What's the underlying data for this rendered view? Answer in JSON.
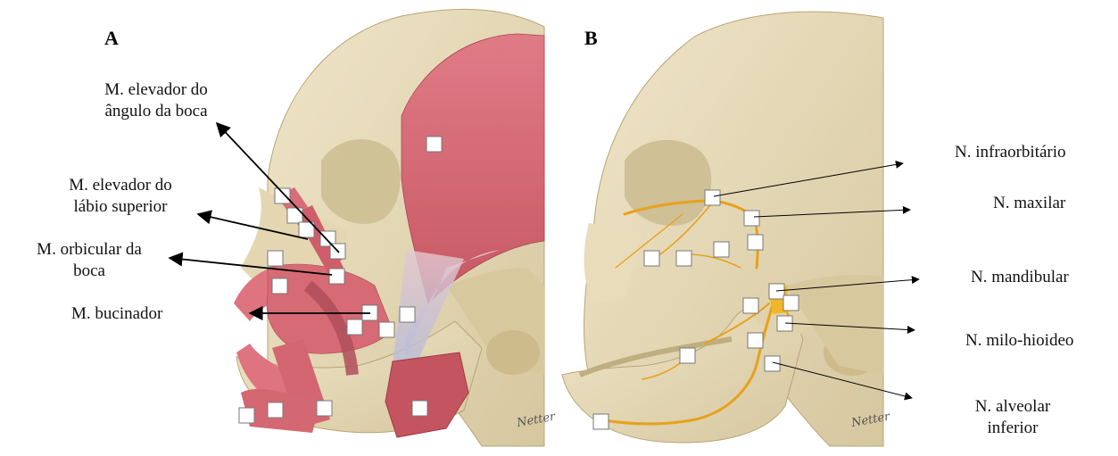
{
  "panels": [
    {
      "letter": "A",
      "labels": [
        {
          "text": "M. elevador do\nângulo da boca"
        },
        {
          "text": "M. elevador do\nlábio superior"
        },
        {
          "text": "M. orbicular da\nboca"
        },
        {
          "text": "M. bucinador"
        }
      ]
    },
    {
      "letter": "B",
      "labels": [
        {
          "text": "N. infraorbitário"
        },
        {
          "text": "N. maxilar"
        },
        {
          "text": "N. mandibular"
        },
        {
          "text": "N. milo-hioideo"
        },
        {
          "text": "N. alveolar\ninferior"
        }
      ]
    }
  ],
  "signature": "Netter",
  "colors": {
    "bone": "#e8dcbc",
    "bone_shadow": "#c9b98e",
    "muscle": "#d9727a",
    "muscle_dark": "#b94b56",
    "nerve": "#e6a21c",
    "tendon": "#c9cde0",
    "marker": "#ffffff"
  }
}
